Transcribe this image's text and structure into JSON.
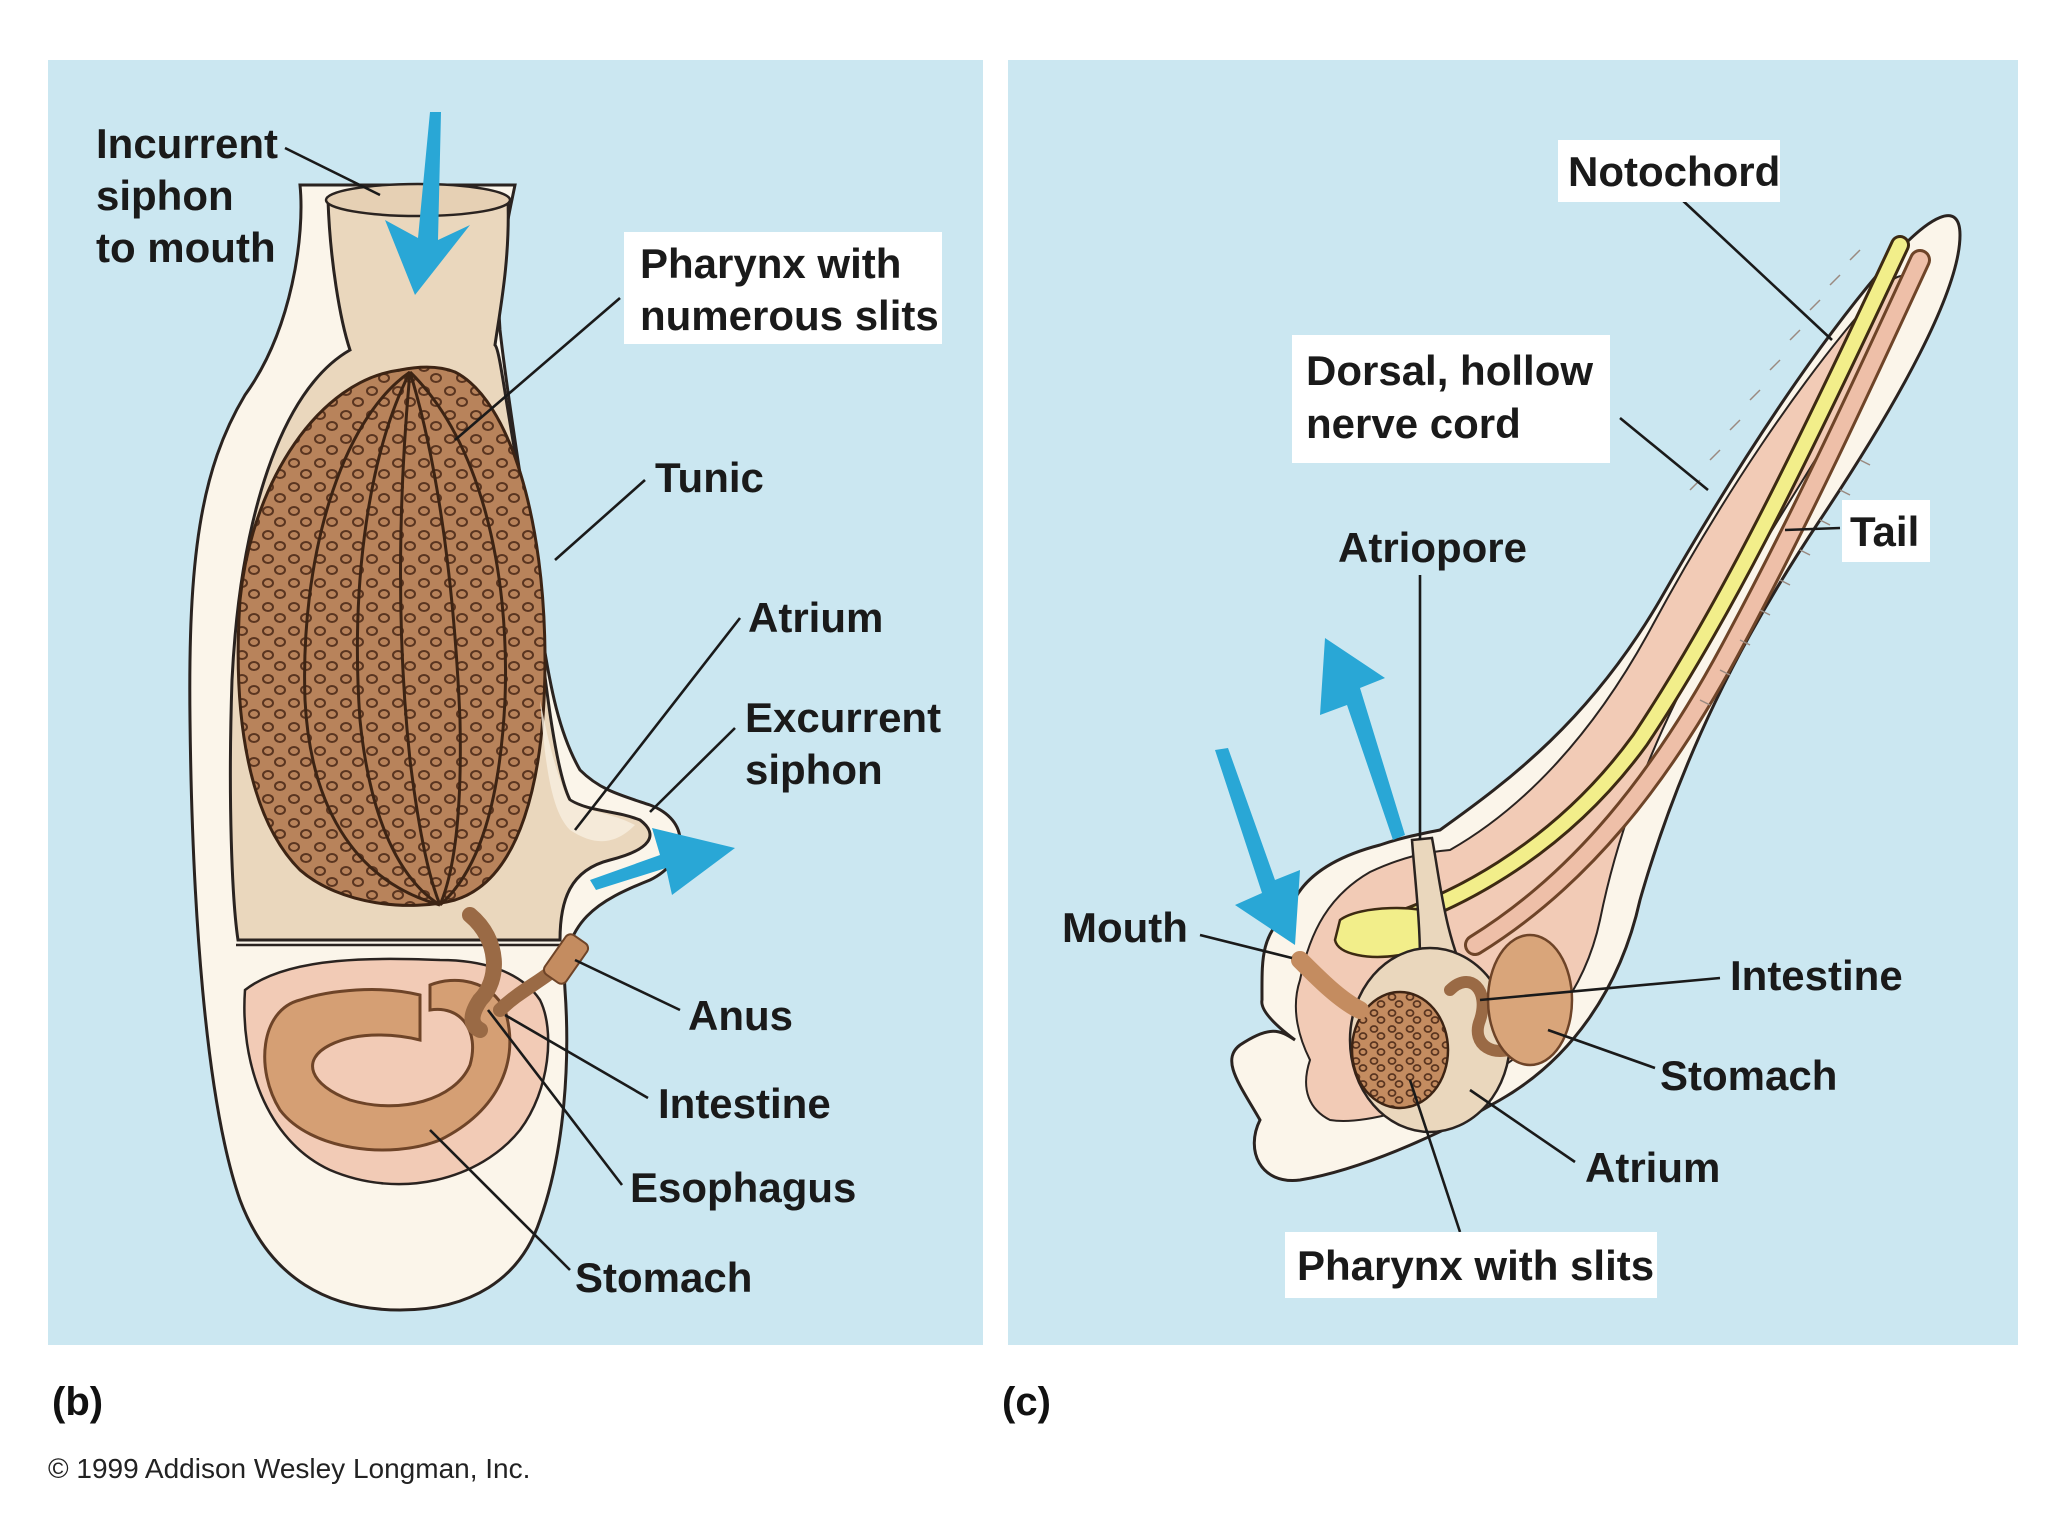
{
  "panel_b": {
    "letter": "(b)",
    "labels": {
      "incurrent_line1": "Incurrent",
      "incurrent_line2": "siphon",
      "incurrent_line3": "to mouth",
      "pharynx_line1": "Pharynx with",
      "pharynx_line2": "numerous slits",
      "tunic": "Tunic",
      "atrium": "Atrium",
      "excurrent_line1": "Excurrent",
      "excurrent_line2": "siphon",
      "anus": "Anus",
      "intestine": "Intestine",
      "esophagus": "Esophagus",
      "stomach": "Stomach"
    }
  },
  "panel_c": {
    "letter": "(c)",
    "labels": {
      "notochord": "Notochord",
      "dorsal_line1": "Dorsal, hollow",
      "dorsal_line2": "nerve cord",
      "atriopore": "Atriopore",
      "tail": "Tail",
      "mouth": "Mouth",
      "intestine": "Intestine",
      "stomach": "Stomach",
      "atrium": "Atrium",
      "pharynx": "Pharynx with slits"
    }
  },
  "copyright": "© 1999 Addison Wesley Longman, Inc.",
  "colors": {
    "panel_bg": "#cbe7f1",
    "tunic": "#fbf5ea",
    "body_tan": "#ead7bd",
    "pharynx_brown": "#b07850",
    "stomach": "#d9a57a",
    "pink": "#f2cbb6",
    "arrow": "#29a7d6",
    "nerve_yellow": "#f2ee8a",
    "notochord_pink": "#eebfa8"
  }
}
